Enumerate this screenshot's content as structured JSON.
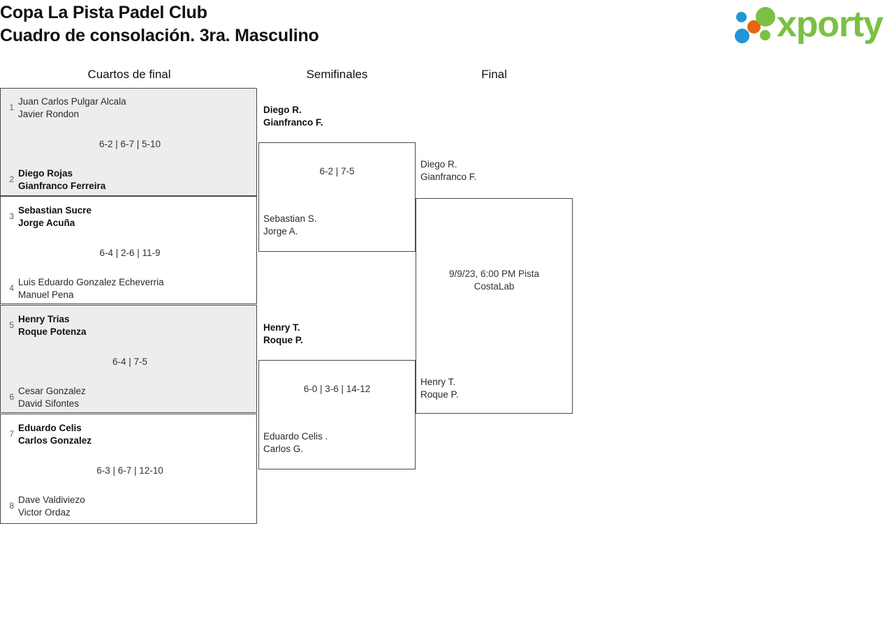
{
  "header": {
    "title_line1": "Copa La Pista Padel Club",
    "title_line2": "Cuadro de consolación. 3ra. Masculino",
    "logo_word": "xporty",
    "logo_colors": {
      "green": "#7ac143",
      "blue": "#2196d6",
      "orange": "#e8650d"
    }
  },
  "rounds": [
    {
      "label": "Cuartos de final"
    },
    {
      "label": "Semifinales"
    },
    {
      "label": "Final"
    }
  ],
  "quarterfinals": [
    {
      "top": {
        "seed": "1",
        "p1": "Juan Carlos Pulgar Alcala",
        "p2": "Javier Rondon",
        "winner": false
      },
      "bottom": {
        "seed": "2",
        "p1": "Diego Rojas",
        "p2": "Gianfranco Ferreira",
        "winner": true
      },
      "score": "6-2 | 6-7 | 5-10"
    },
    {
      "top": {
        "seed": "3",
        "p1": "Sebastian Sucre",
        "p2": "Jorge Acuña",
        "winner": true
      },
      "bottom": {
        "seed": "4",
        "p1": "Luis Eduardo Gonzalez Echeverria",
        "p2": "Manuel Pena",
        "winner": false
      },
      "score": "6-4 | 2-6 | 11-9"
    },
    {
      "top": {
        "seed": "5",
        "p1": "Henry Trias",
        "p2": "Roque Potenza",
        "winner": true
      },
      "bottom": {
        "seed": "6",
        "p1": "Cesar Gonzalez",
        "p2": "David Sifontes",
        "winner": false
      },
      "score": "6-4 | 7-5"
    },
    {
      "top": {
        "seed": "7",
        "p1": "Eduardo Celis",
        "p2": "Carlos Gonzalez",
        "winner": true
      },
      "bottom": {
        "seed": "8",
        "p1": "Dave Valdiviezo",
        "p2": "Victor Ordaz",
        "winner": false
      },
      "score": "6-3 | 6-7 | 12-10"
    }
  ],
  "semifinals": [
    {
      "top": {
        "p1": "Diego R.",
        "p2": "Gianfranco F.",
        "winner": true
      },
      "bottom": {
        "p1": "Sebastian S.",
        "p2": "Jorge A.",
        "winner": false
      },
      "score": "6-2 | 7-5"
    },
    {
      "top": {
        "p1": "Henry T.",
        "p2": "Roque P.",
        "winner": true
      },
      "bottom": {
        "p1": "Eduardo Celis .",
        "p2": "Carlos G.",
        "winner": false
      },
      "score": "6-0 | 3-6 | 14-12"
    }
  ],
  "final": {
    "top": {
      "p1": "Diego R.",
      "p2": "Gianfranco F.",
      "winner": false
    },
    "bottom": {
      "p1": "Henry T.",
      "p2": "Roque P.",
      "winner": false
    },
    "schedule_line1": "9/9/23, 6:00 PM Pista",
    "schedule_line2": "CostaLab"
  }
}
